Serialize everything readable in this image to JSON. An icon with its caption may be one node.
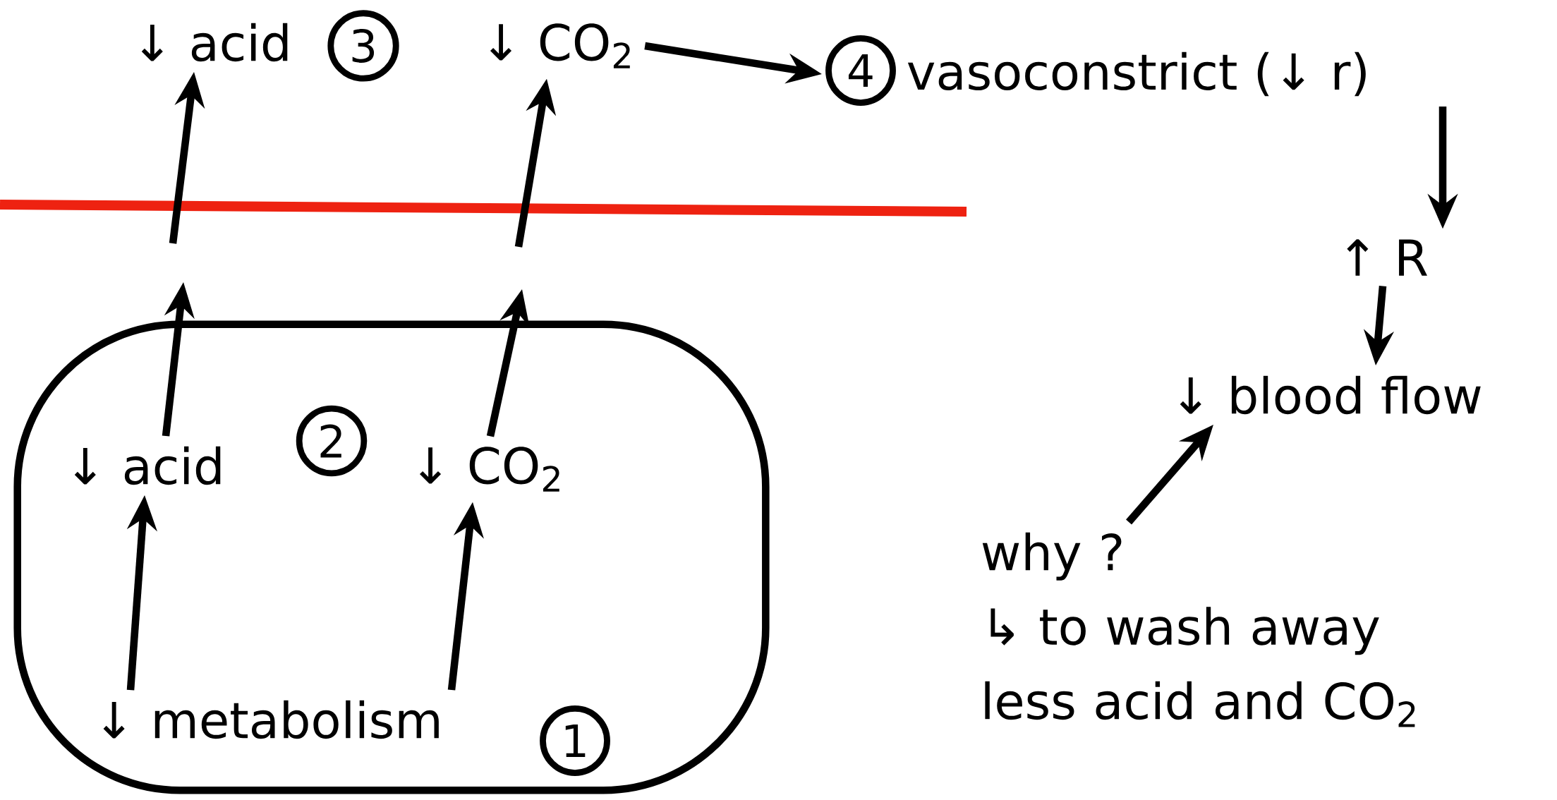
{
  "diagram": {
    "nodes": [
      {
        "text": [],
        "shape": "box"
      },
      {
        "text": [
          "↓ metabolism"
        ],
        "in": 0,
        "beside": [
          "1"
        ]
      },
      {
        "text": [
          "↓ acid"
        ],
        "in": 0,
        "beside": [
          "2"
        ]
      },
      {
        "text": [
          "↓ CO$_{2}$"
        ],
        "in": 0
      },
      {
        "text": [
          "↓ acid"
        ],
        "beside": [
          "3"
        ]
      },
      {
        "text": [
          "↓ CO$_{2}$"
        ]
      },
      {
        "text": [
          "vasoconstrict (↓ r)"
        ],
        "beside": [
          "4"
        ]
      },
      {
        "text": [
          "↑ R"
        ]
      },
      {
        "text": [
          "↓ blood flow"
        ]
      },
      {
        "text": [
          "why ?",
          "↳ to wash away less acid and CO$_{2}$"
        ]
      }
    ],
    "edges": [
      {
        "from": 1,
        "to": 2,
        "arrow": "to"
      },
      {
        "from": 1,
        "to": 3,
        "arrow": "to"
      },
      {
        "from": 2,
        "to": null,
        "arrow": "to"
      },
      {
        "from": null,
        "to": 4,
        "arrow": "to"
      },
      {
        "from": 3,
        "to": null,
        "arrow": "to"
      },
      {
        "from": null,
        "to": 5,
        "arrow": "to"
      },
      {
        "from": 5,
        "to": 6,
        "arrow": "to"
      },
      {
        "from": 6,
        "to": 7,
        "arrow": "to"
      },
      {
        "from": 7,
        "to": 8,
        "arrow": "to"
      },
      {
        "from": 9,
        "to": 8,
        "arrow": "to"
      }
    ]
  }
}
